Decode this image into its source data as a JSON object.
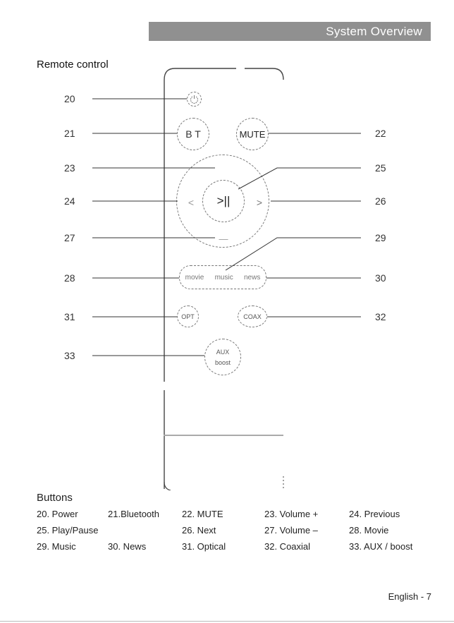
{
  "header": {
    "title": "System Overview"
  },
  "section": {
    "title": "Remote control"
  },
  "callouts": {
    "n20": "20",
    "n21": "21",
    "n22": "22",
    "n23": "23",
    "n24": "24",
    "n25": "25",
    "n26": "26",
    "n27": "27",
    "n28": "28",
    "n29": "29",
    "n30": "30",
    "n31": "31",
    "n32": "32",
    "n33": "33"
  },
  "remote": {
    "bt_label": "B T",
    "mute_label": "MUTE",
    "play_label": ">||",
    "prev_label": "<",
    "next_label": ">",
    "vol_minus_label": "—",
    "movie_label": "movie",
    "music_label": "music",
    "news_label": "news",
    "opt_label": "OPT",
    "coax_label": "COAX",
    "aux_label": "AUX",
    "boost_label": "boost"
  },
  "buttons": {
    "title": "Buttons",
    "items": [
      "20. Power",
      "21.Bluetooth",
      "22. MUTE",
      "23. Volume +",
      "24. Previous",
      "25. Play/Pause",
      "26. Next",
      "27. Volume –",
      "28. Movie",
      "29. Music",
      "30. News",
      "31. Optical",
      "32. Coaxial",
      "33. AUX / boost"
    ]
  },
  "footer": {
    "page": "English - 7"
  }
}
